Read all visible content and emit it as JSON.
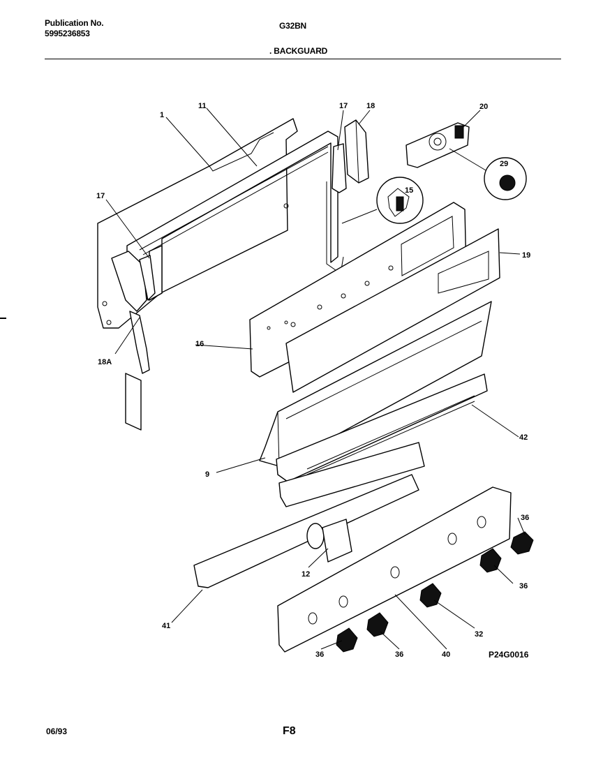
{
  "header": {
    "publication_label": "Publication No.",
    "publication_number": "5995236853",
    "model": "G32BN",
    "section_title": ". BACKGUARD"
  },
  "diagram": {
    "callouts": [
      {
        "id": "c1",
        "text": "1"
      },
      {
        "id": "c11",
        "text": "11"
      },
      {
        "id": "c17a",
        "text": "17"
      },
      {
        "id": "c18",
        "text": "18"
      },
      {
        "id": "c20",
        "text": "20"
      },
      {
        "id": "c29",
        "text": "29"
      },
      {
        "id": "c15",
        "text": "15"
      },
      {
        "id": "c17b",
        "text": "17"
      },
      {
        "id": "c19",
        "text": "19"
      },
      {
        "id": "c16",
        "text": "16"
      },
      {
        "id": "c18a",
        "text": "18A"
      },
      {
        "id": "c42",
        "text": "42"
      },
      {
        "id": "c9",
        "text": "9"
      },
      {
        "id": "c36a",
        "text": "36"
      },
      {
        "id": "c36b",
        "text": "36"
      },
      {
        "id": "c12",
        "text": "12"
      },
      {
        "id": "c41",
        "text": "41"
      },
      {
        "id": "c32",
        "text": "32"
      },
      {
        "id": "c36c",
        "text": "36"
      },
      {
        "id": "c36d",
        "text": "36"
      },
      {
        "id": "c40",
        "text": "40"
      }
    ],
    "diagram_code": "P24G0016"
  },
  "footer": {
    "date": "06/93",
    "page": "F8"
  }
}
